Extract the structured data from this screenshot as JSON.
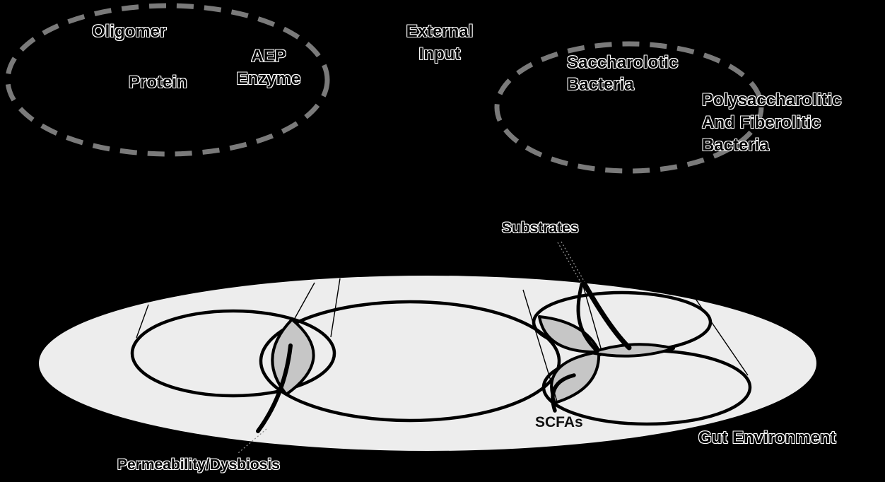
{
  "colors": {
    "background": "#000000",
    "gut_plate": "#ededed",
    "intersection_lens": "#c6c6c6",
    "dashed_ellipse_stroke": "#7a7a7a",
    "shape_stroke": "#000000",
    "label_fill": "#000000",
    "label_outline": "#ffffff"
  },
  "labels": {
    "oligomer": "Oligomer",
    "protein": "Protein",
    "aep_enzyme": {
      "line1": "AEP",
      "line2": "Enzyme"
    },
    "external_input": {
      "line1": "External",
      "line2": "Input"
    },
    "saccharolotic": {
      "line1": "Saccharolotic",
      "line2": "Bacteria"
    },
    "polysaccharolitic": {
      "line1": "Polysaccharolitic",
      "line2": "And Fiberolitic",
      "line3": "Bacteria"
    },
    "substrates": "Substrates",
    "scfas": "SCFAs",
    "permeability": "Permeability/Dysbiosis",
    "gut_environment": "Gut Environment"
  }
}
